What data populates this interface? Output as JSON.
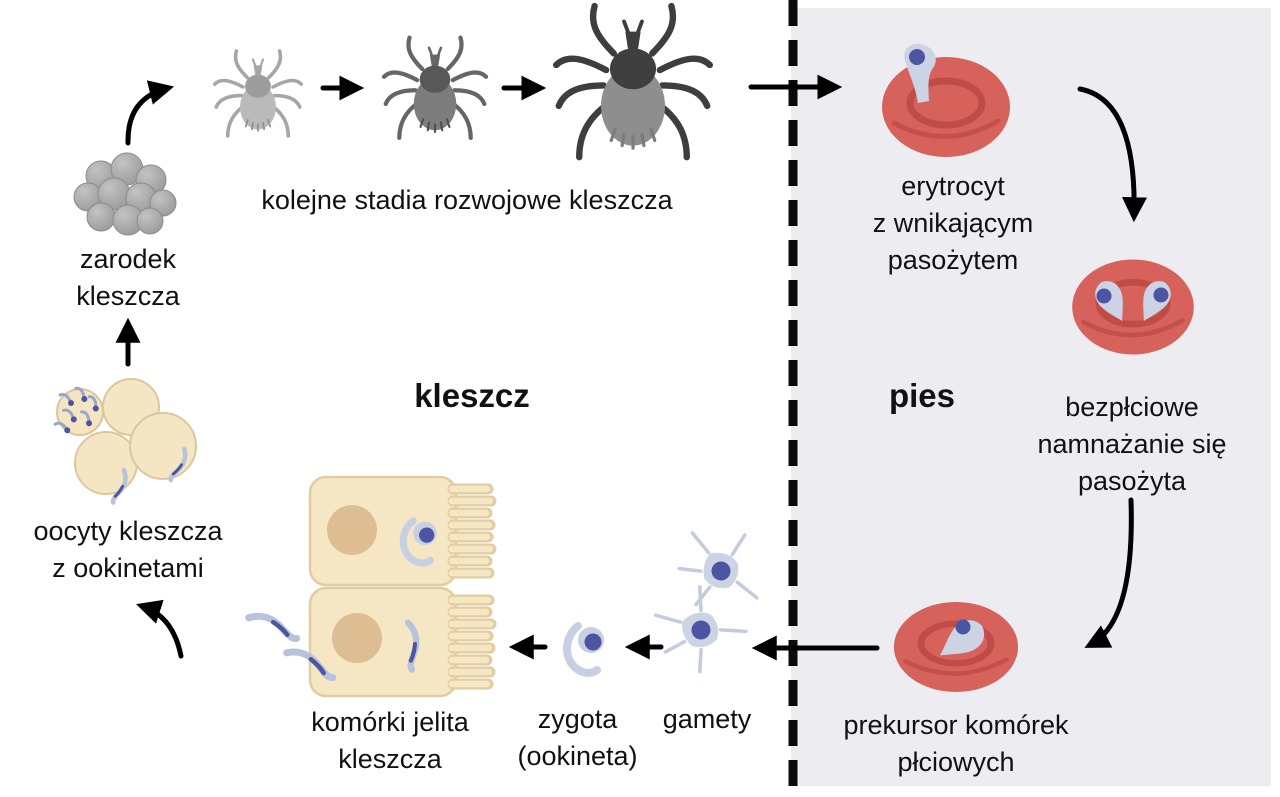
{
  "diagram": {
    "sections": {
      "left": {
        "label": "kleszcz"
      },
      "right": {
        "label": "pies"
      }
    },
    "nodes": {
      "zarodek": "zarodek\nkleszcza",
      "stadia": "kolejne stadia rozwojowe kleszcza",
      "erytrocyt": "erytrocyt\nz wnikającym\npasożytem",
      "bezplciowe": "bezpłciowe\nnamnażanie się\npasożyta",
      "prekursor": "prekursor komórek\npłciowych",
      "gamety": "gamety",
      "zygota": "zygota\n(ookineta)",
      "komorki_jelita": "komórki jelita\nkleszcza",
      "oocyty": "oocyty kleszcza\nz ookinetami"
    },
    "colors": {
      "right_panel_bg": "#edecf0",
      "divider": "#0a0a0a",
      "arrow": "#000000",
      "erythrocyte": "#d7625b",
      "erythrocyte_shade": "#c04c48",
      "parasite_body": "#ccd3e4",
      "parasite_nucleus": "#4c55a1",
      "oocyte_fill": "#f4e6c3",
      "oocyte_stroke": "#dcc79c",
      "gut_cell_fill": "#f5e6c4",
      "gut_cell_stroke": "#e2cda1",
      "gut_cell_nucleus": "#ddbd92",
      "egg_gray": "#9a9a9a",
      "tick_larva": "#a6a6a6",
      "tick_nymph": "#666666",
      "tick_adult": "#3e3e3e"
    }
  }
}
